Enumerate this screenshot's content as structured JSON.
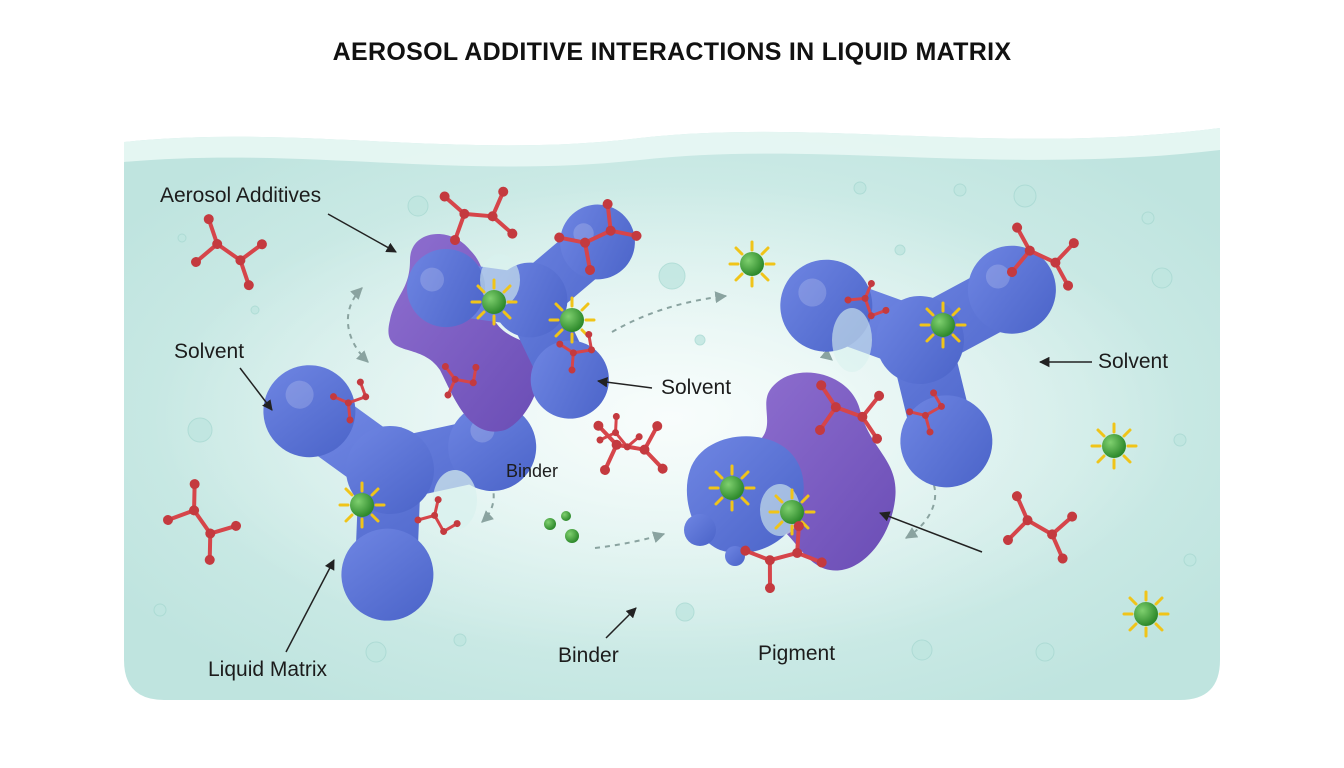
{
  "title": "AEROSOL ADDITIVE INTERACTIONS IN LIQUID MATRIX",
  "labels": {
    "aerosol_additives": "Aerosol Additives",
    "solvent_left": "Solvent",
    "solvent_center": "Solvent",
    "solvent_right": "Solvent",
    "binder_inner": "Binder",
    "binder_bottom": "Binder",
    "pigment": "Pigment",
    "liquid_matrix": "Liquid Matrix"
  },
  "colors": {
    "matrix": "#cfece8",
    "matrix_surface": "#e6f6f3",
    "solvent_blob": "#5b74d6",
    "binder_blob": "#7b5ec4",
    "additive_molecule": "#d6454a",
    "pigment_particle": "#3f9a3a",
    "pigment_spike": "#f0c419"
  }
}
